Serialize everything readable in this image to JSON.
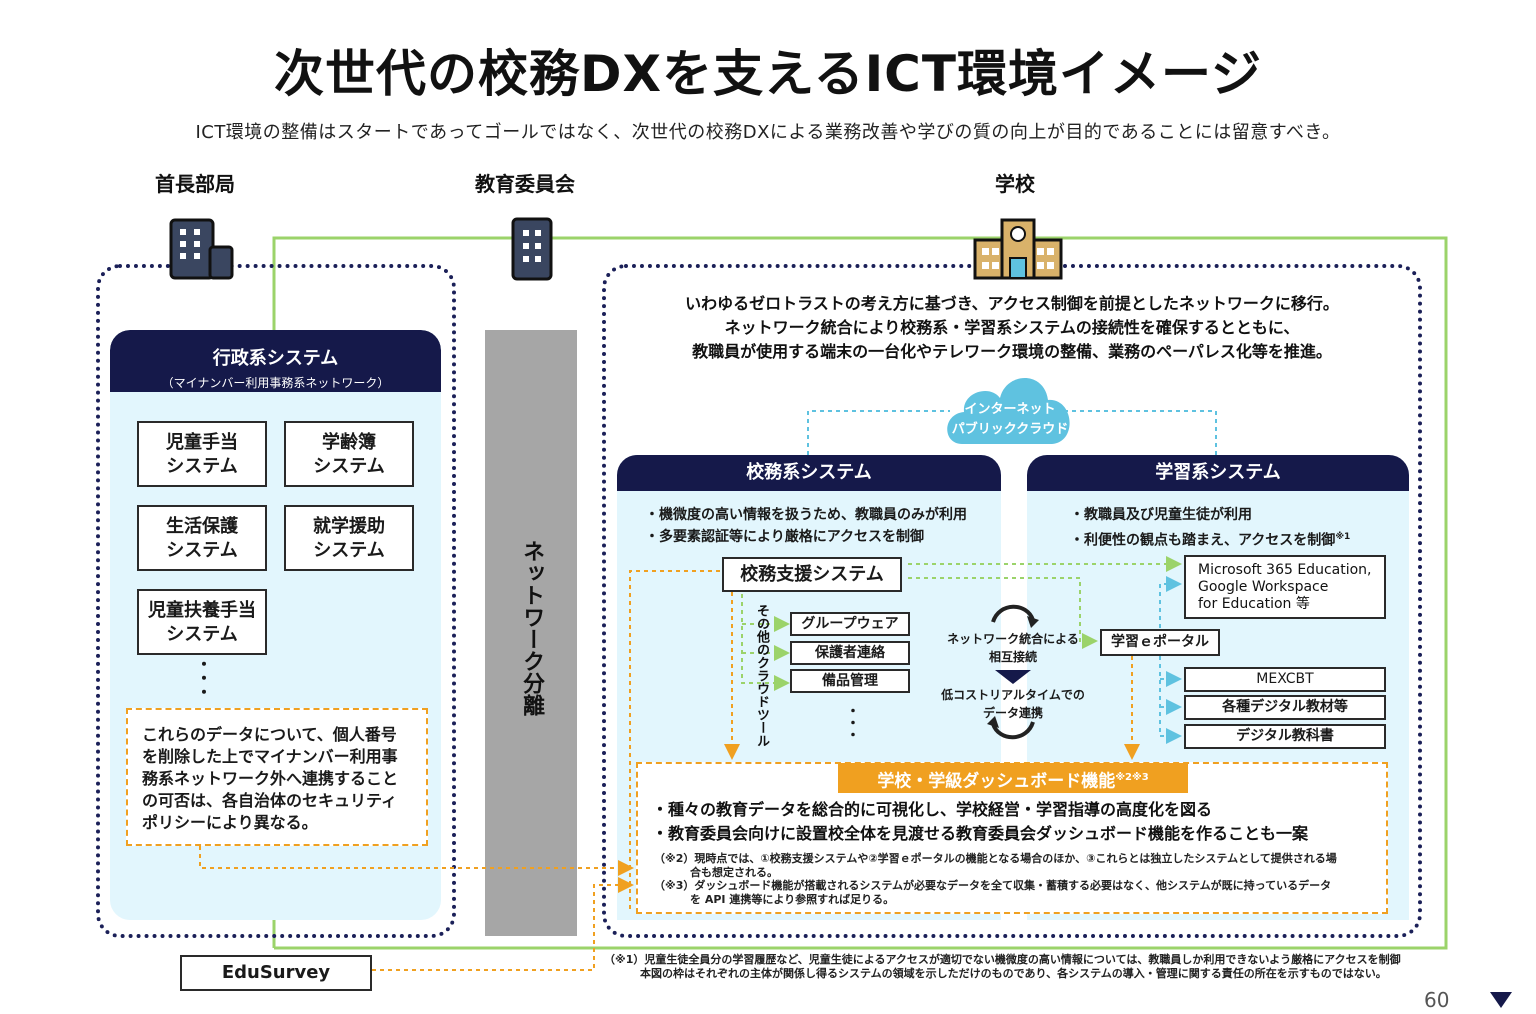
{
  "title": "次世代の校務DXを支えるICT環境イメージ",
  "subtitle": "ICT環境の整備はスタートであってゴールではなく、次世代の校務DXによる業務改善や学びの質の向上が目的であることには留意すべき。",
  "columns": {
    "mayor": "首長部局",
    "board": "教育委員会",
    "school": "学校"
  },
  "admin": {
    "title": "行政系システム",
    "subtitle": "（マイナンバー利用事務系ネットワーク）",
    "systems": [
      {
        "line1": "児童手当",
        "line2": "システム"
      },
      {
        "line1": "学齢簿",
        "line2": "システム"
      },
      {
        "line1": "生活保護",
        "line2": "システム"
      },
      {
        "line1": "就学援助",
        "line2": "システム"
      },
      {
        "line1": "児童扶養手当",
        "line2": "システム"
      }
    ],
    "ellipsis": "・\n・\n・",
    "note": "これらのデータについて、個人番号を削除した上でマイナンバー利用事務系ネットワーク外へ連携することの可否は、各自治体のセキュリティポリシーにより異なる。"
  },
  "network_separation": "ネットワーク分離",
  "school": {
    "intro": [
      "いわゆるゼロトラストの考え方に基づき、アクセス制御を前提としたネットワークに移行。",
      "ネットワーク統合により校務系・学習系システムの接続性を確保するとともに、",
      "教職員が使用する端末の一台化やテレワーク環境の整備、業務のペーパレス化等を推進。"
    ],
    "cloud": {
      "line1": "インターネット",
      "line2": "パブリッククラウド"
    },
    "koumu": {
      "title": "校務系システム",
      "bullets": [
        "・機微度の高い情報を扱うため、教職員のみが利用",
        "・多要素認証等により厳格にアクセスを制御"
      ],
      "support": "校務支援システム",
      "cloud_tools_label": "その他のクラウドツール",
      "tools": [
        "グループウェア",
        "保護者連絡",
        "備品管理"
      ],
      "ellipsis": "・\n・\n・"
    },
    "gakushu": {
      "title": "学習系システム",
      "bullets": [
        "・教職員及び児童生徒が利用",
        "・利便性の観点も踏まえ、アクセスを制御"
      ],
      "bullet_note": "※1",
      "ms_google": [
        "Microsoft 365 Education,",
        "Google Workspace",
        "for Education 等"
      ],
      "portal": "学習ｅポータル",
      "items": [
        "MEXCBT",
        "各種デジタル教材等",
        "デジタル教科書"
      ]
    },
    "center": {
      "integration": [
        "ネットワーク統合による",
        "相互接続"
      ],
      "realtime": [
        "低コストリアルタイムでの",
        "データ連携"
      ]
    },
    "dashboard": {
      "title": "学校・学級ダッシュボード機能",
      "title_note": "※2※3",
      "bullets": [
        "・種々の教育データを総合的に可視化し、学校経営・学習指導の高度化を図る",
        "・教育委員会向けに設置校全体を見渡せる教育委員会ダッシュボード機能を作ることも一案"
      ],
      "note2": [
        "（※2）現時点では、①校務支援システムや②学習ｅポータルの機能となる場合のほか、③これらとは独立したシステムとして提供される場",
        "合も想定される。"
      ],
      "note3": [
        "（※3）ダッシュボード機能が搭載されるシステムが必要なデータを全て収集・蓄積する必要はなく、他システムが既に持っているデータ",
        "を API 連携等により参照すれば足りる。"
      ]
    }
  },
  "edusurvey": "EduSurvey",
  "footnote": [
    "（※1）児童生徒全員分の学習履歴など、児童生徒によるアクセスが適切でない機微度の高い情報については、教職員しか利用できないよう厳格にアクセスを制御",
    "本図の枠はそれぞれの主体が関係し得るシステムの領域を示しただけのものであり、各システムの導入・管理に関する責任の所在を示すものではない。"
  ],
  "page_number": "60",
  "colors": {
    "navy": "#15194a",
    "light_blue": "#e2f6fd",
    "green": "#9bd36a",
    "orange": "#f0a020",
    "gray_bar": "#a6a6a6",
    "cloud": "#5fc2e0"
  },
  "icons": [
    "building-icon",
    "building-icon",
    "school-icon",
    "cloud-icon",
    "sync-arrows-icon",
    "triangle-down-icon"
  ]
}
